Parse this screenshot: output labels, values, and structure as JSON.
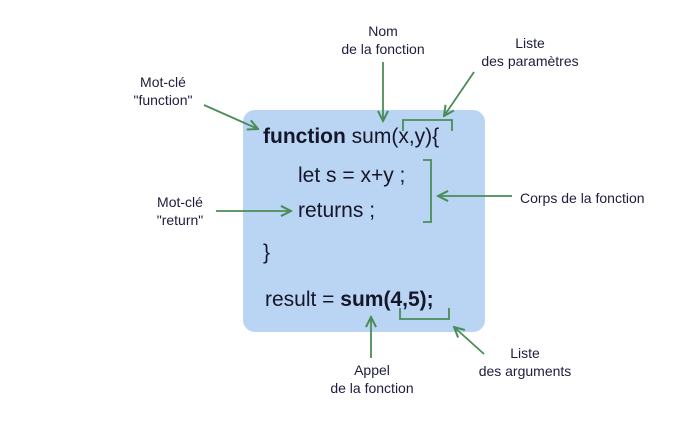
{
  "code": {
    "line1_keyword": "function",
    "line1_name": "sum",
    "line1_params": "(x,y){",
    "line2": "let s = x+y ;",
    "line3": "returns ;",
    "line4": "}",
    "line5_prefix": "result = ",
    "line5_call": "sum(4,5);"
  },
  "annotations": {
    "nom_line1": "Nom",
    "nom_line2": "de la fonction",
    "params_line1": "Liste",
    "params_line2": "des paramètres",
    "function_kw_line1": "Mot-clé",
    "function_kw_line2": "\"function\"",
    "corps": "Corps de la fonction",
    "return_kw_line1": "Mot-clé",
    "return_kw_line2": "\"return\"",
    "appel_line1": "Appel",
    "appel_line2": "de la fonction",
    "args_line1": "Liste",
    "args_line2": "des arguments"
  },
  "colors": {
    "box": "#b9d5f3",
    "arrow": "#4a8c57",
    "text": "#1d1d3d"
  }
}
